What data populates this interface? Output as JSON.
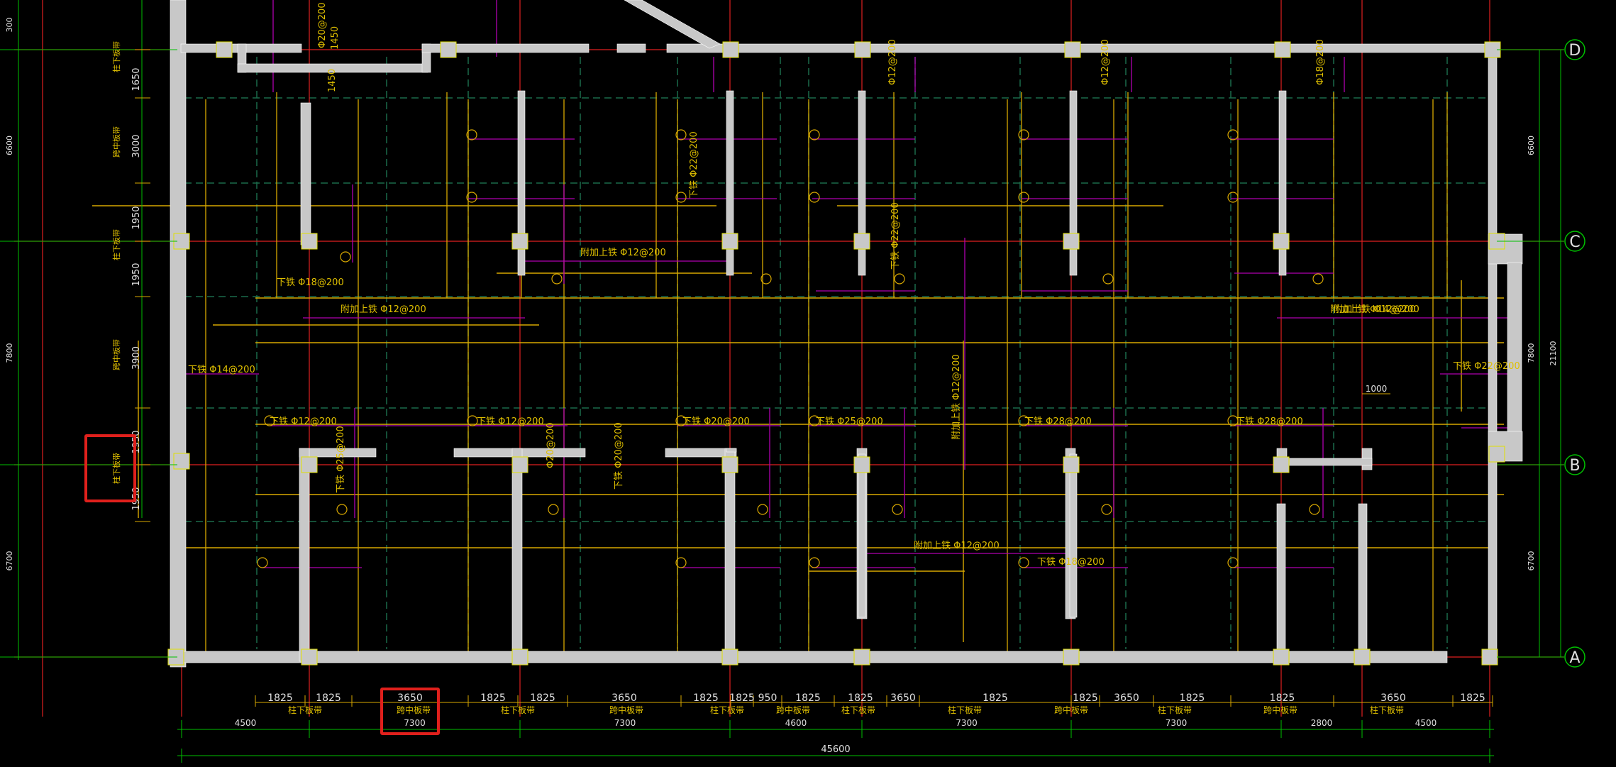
{
  "colors": {
    "background": "#000000",
    "wall": "#c8c8c8",
    "axis": "#e02020",
    "rebar": "#d8a800",
    "rebar_label": "#e0c000",
    "detail": "#b000b0",
    "dim": "#00c000",
    "dim_text": "#e0e0e0",
    "dashed": "#1a6a4a",
    "highlight": "#e0201c"
  },
  "grid_rows": [
    {
      "label": "D"
    },
    {
      "label": "C"
    },
    {
      "label": "B"
    },
    {
      "label": "A"
    }
  ],
  "dims": {
    "bottom_strip_a": [
      "1825",
      "1825",
      "3650",
      "1825",
      "1825",
      "3650",
      "1825",
      "1825",
      "950",
      "1825",
      "1825",
      "3650",
      "1825",
      "1825",
      "3650",
      "1825",
      "1825",
      "3650",
      "1825"
    ],
    "bottom_strip_b": [
      "4500",
      "7300",
      "7300",
      "4600",
      "7300",
      "7300",
      "2800",
      "4500"
    ],
    "bottom_total": "45600",
    "left_outer": [
      "300",
      "6600",
      "7800",
      "6700"
    ],
    "left_inner": [
      "1650",
      "3000",
      "1950",
      "1950",
      "3900",
      "1950",
      "1950"
    ],
    "right_outer": [
      "6600",
      "7800",
      "6700"
    ],
    "right_total": "21100"
  },
  "strip_labels": {
    "bottom": [
      "柱下板带",
      "跨中板带",
      "柱下板带",
      "跨中板带",
      "柱下板带",
      "跨中板带",
      "柱下板带",
      "柱下板带",
      "跨中板带",
      "柱下板带",
      "跨中板带",
      "柱下板带"
    ],
    "left": [
      "柱下板带",
      "跨中板带",
      "柱下板带",
      "跨中板带",
      "柱下板带"
    ]
  },
  "rebar_labels": [
    "下铁 Φ18@200",
    "附加上铁 Φ12@200",
    "附加上铁 Φ12@200",
    "下铁 Φ14@200",
    "下铁 Φ12@200",
    "下铁 Φ12@200",
    "下铁 Φ20@200",
    "下铁 Φ25@200",
    "下铁 Φ28@200",
    "下铁 Φ28@200",
    "附加上铁 Φ14@200",
    "下铁 Φ22@200",
    "下铁 Φ22@200",
    "附加上铁 Φ12@200",
    "下铁 Φ18@200",
    "附加上铁 Φ12@200",
    "Φ20@200",
    "1450",
    "1450",
    "Φ12@200",
    "Φ12@200",
    "Φ18@200",
    "下铁 Φ25@200",
    "下铁 Φ20@200",
    "Φ20@200",
    "下铁 Φ22@200",
    "附加上铁 Φ12@200"
  ],
  "misc": {
    "dim_1000": "1000"
  }
}
